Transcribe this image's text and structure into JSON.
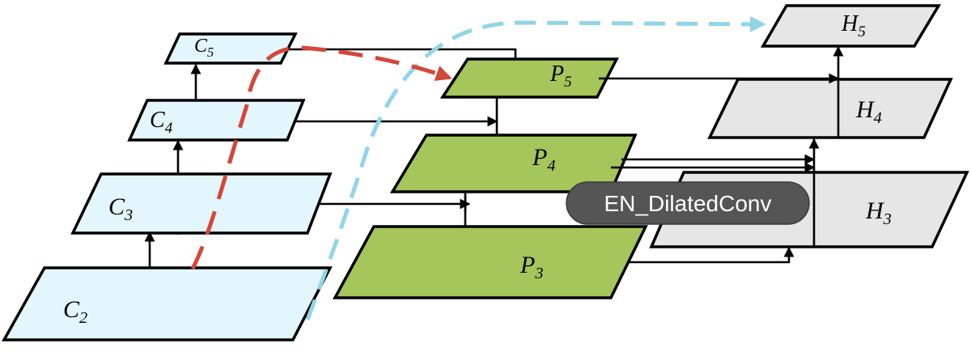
{
  "backbone": [
    {
      "id": "C2",
      "letter": "C",
      "sub": "2"
    },
    {
      "id": "C3",
      "letter": "C",
      "sub": "3"
    },
    {
      "id": "C4",
      "letter": "C",
      "sub": "4"
    },
    {
      "id": "C5",
      "letter": "C",
      "sub": "5"
    }
  ],
  "pyramid": [
    {
      "id": "P3",
      "letter": "P",
      "sub": "3"
    },
    {
      "id": "P4",
      "letter": "P",
      "sub": "4"
    },
    {
      "id": "P5",
      "letter": "P",
      "sub": "5"
    }
  ],
  "head": [
    {
      "id": "H3",
      "letter": "H",
      "sub": "3"
    },
    {
      "id": "H4",
      "letter": "H",
      "sub": "4"
    },
    {
      "id": "H5",
      "letter": "H",
      "sub": "5"
    }
  ],
  "module_label": "EN_DilatedConv",
  "colors": {
    "backbone_fill": "#e3f6fc",
    "pyramid_fill": "#a4c65a",
    "head_fill": "#e6e6e6",
    "red_dashed": "#d4473a",
    "blue_dashed": "#92d4e8",
    "pill": "#555555"
  }
}
